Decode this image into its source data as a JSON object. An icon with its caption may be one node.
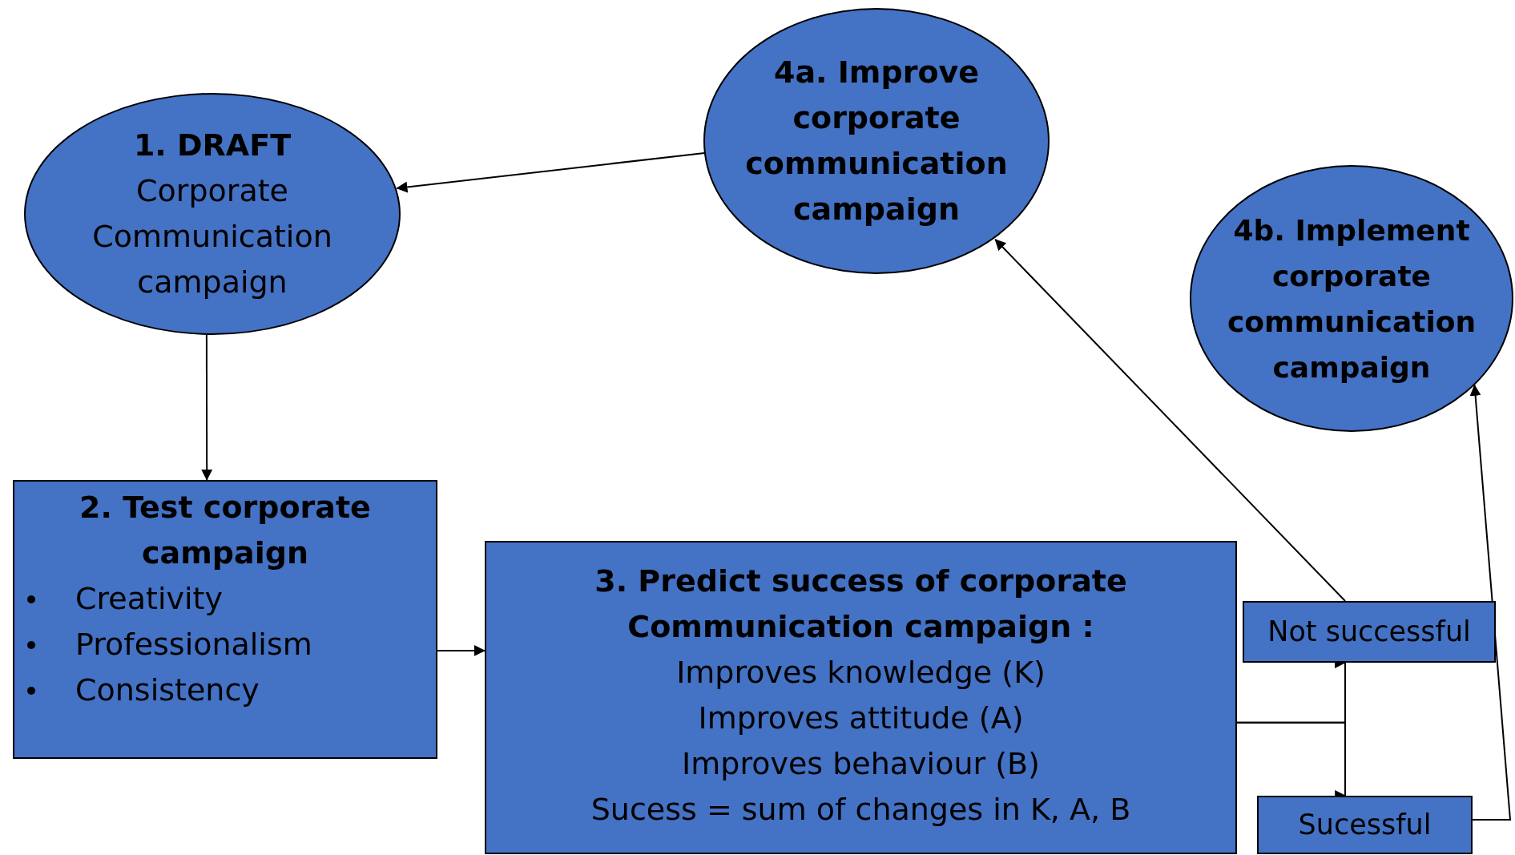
{
  "diagram": {
    "nodes": [
      {
        "text": [
          "1. DRAFT",
          "Corporate Communication campaign"
        ]
      },
      {
        "text": [
          "4a. Improve corporate communication campaign"
        ]
      },
      {
        "text": [
          "4b. Implement corporate communication campaign"
        ]
      },
      {
        "text": [
          "2. Test corporate campaign",
          "Creativity",
          "Professionalism",
          "Consistency"
        ]
      },
      {
        "text": [
          "3. Predict success of corporate Communication campaign :",
          "Improves knowledge (K)",
          "Improves attitude (A)",
          "Improves behaviour (B)",
          "Sucess = sum of changes in K, A, B"
        ]
      },
      {
        "text": [
          "Not successful"
        ]
      },
      {
        "text": [
          "Sucessful"
        ]
      }
    ],
    "edges": [
      {
        "from": 1,
        "to": 0,
        "arrow": "to"
      },
      {
        "from": 0,
        "to": 3,
        "arrow": "to"
      },
      {
        "from": 3,
        "to": 4,
        "arrow": "to"
      },
      {
        "from": 5,
        "to": 1,
        "arrow": "to"
      },
      {
        "from": 4,
        "to": 5,
        "arrow": "to"
      },
      {
        "from": 4,
        "to": 6,
        "arrow": "to"
      },
      {
        "from": 6,
        "to": 2,
        "arrow": "to"
      }
    ]
  }
}
